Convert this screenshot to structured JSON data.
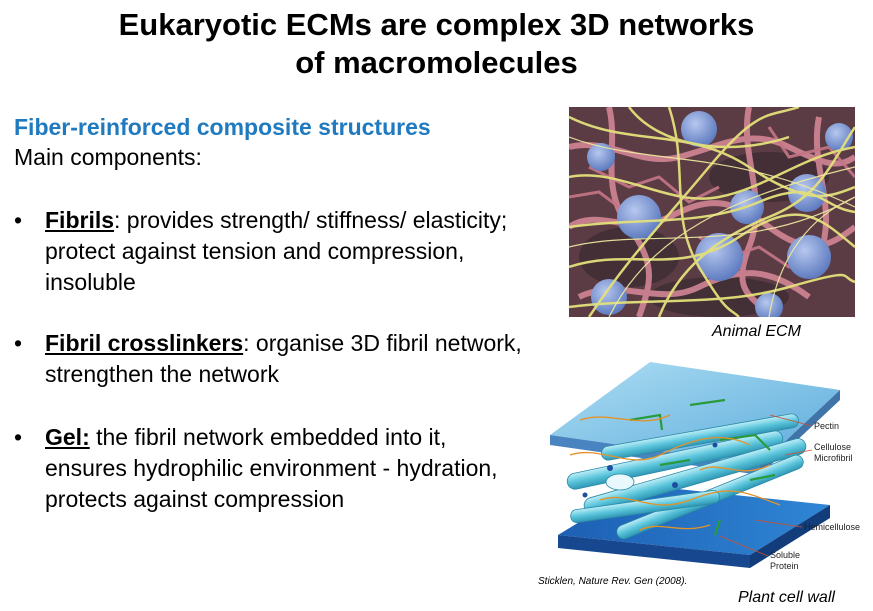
{
  "slide": {
    "title_line1": "Eukaryotic ECMs are complex 3D networks",
    "title_line2": "of macromolecules",
    "subtitle": "Fiber-reinforced composite structures",
    "intro": "Main components:",
    "bullets": [
      {
        "term": "Fibrils",
        "text": ": provides strength/ stiffness/ elasticity; protect against tension and compression, insoluble"
      },
      {
        "term": "Fibril crosslinkers",
        "text": ": organise 3D fibril network, strengthen the network"
      },
      {
        "term": "Gel:",
        "text": " the fibril network embedded into it, ensures hydrophilic environment - hydration,  protects against compression"
      }
    ],
    "bullet_symbol": "•"
  },
  "figures": {
    "animal_caption": "Animal ECM",
    "plant_caption": "Plant cell wall",
    "citation": "Sticklen,  Nature Rev. Gen (2008).",
    "diagram_labels": {
      "pectin": "Pectin",
      "cellulose_line1": "Cellulose",
      "cellulose_line2": "Microfibril",
      "hemicellulose": "Hemicellulose",
      "soluble_line1": "Soluble",
      "soluble_line2": "Protein"
    }
  },
  "colors": {
    "subtitle_blue": "#1f7ac0",
    "fibril_yellow": "#d9d66a",
    "network_pink": "#d98a9a",
    "cell_blue": "#7f9ed6",
    "diagram_cyan": "#5cc6dc",
    "diagram_plate": "#2a78c9"
  }
}
